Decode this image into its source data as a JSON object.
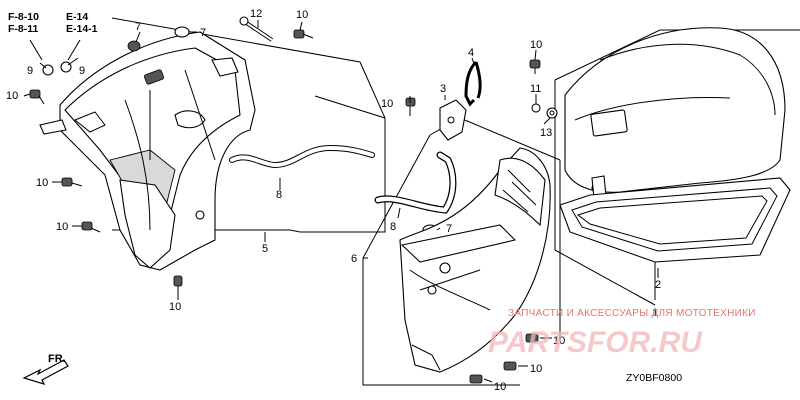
{
  "refs": {
    "f810": "F-8-10",
    "f811": "F-8-11",
    "e14": "E-14",
    "e141": "E-14-1"
  },
  "labels": {
    "p1": "1",
    "p2": "2",
    "p3": "3",
    "p4": "4",
    "p5": "5",
    "p6": "6",
    "p7": "7",
    "p8": "8",
    "p9": "9",
    "p10": "10",
    "p11": "11",
    "p12": "12",
    "p13": "13"
  },
  "fr_label": "FR.",
  "diagram_code": "ZY0BF0800",
  "watermark": {
    "caption": "ЗАПЧАСТИ И АКСЕССУАРЫ ДЛЯ МОТОТЕХНИКИ",
    "logo": "PARTSFOR.RU"
  }
}
